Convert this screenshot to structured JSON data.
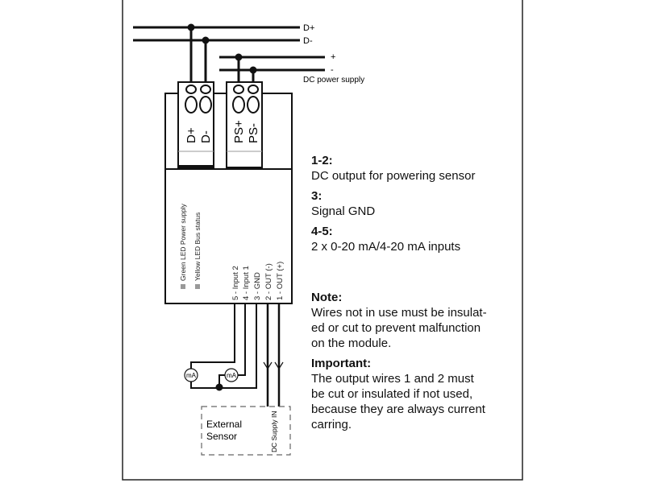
{
  "bus_lines": {
    "d_plus": "D+",
    "d_minus": "D-"
  },
  "power_lines": {
    "plus": "+",
    "minus": "-",
    "label": "DC power supply"
  },
  "terminals": {
    "left": [
      "D+",
      "D-"
    ],
    "right": [
      "PS+",
      "PS-"
    ]
  },
  "leds": [
    "Green LED Power supply",
    "Yellow LED Bus status"
  ],
  "pins": [
    "5 - Input 2",
    "4 - Input 1",
    "3 - GND",
    "2 - OUT (-)",
    "1 - OUT (+)"
  ],
  "meters": [
    "mA",
    "mA"
  ],
  "sensor": {
    "line1": "External",
    "line2": "Sensor",
    "supply_label": "DC Supply IN"
  },
  "notes": [
    {
      "heading": "1-2:",
      "text": "DC output for powering sensor"
    },
    {
      "heading": "3:",
      "text": "Signal GND"
    },
    {
      "heading": "4-5:",
      "text": "2 x 0-20 mA/4-20 mA inputs"
    }
  ],
  "note": {
    "heading": "Note:",
    "lines": [
      "Wires not in use must be insulat-",
      "ed or cut to prevent malfunction",
      "on the module."
    ]
  },
  "important": {
    "heading": "Important:",
    "lines": [
      "The output wires 1 and 2 must",
      "be cut or insulated if not used,",
      "because they are always current",
      "carring."
    ]
  }
}
